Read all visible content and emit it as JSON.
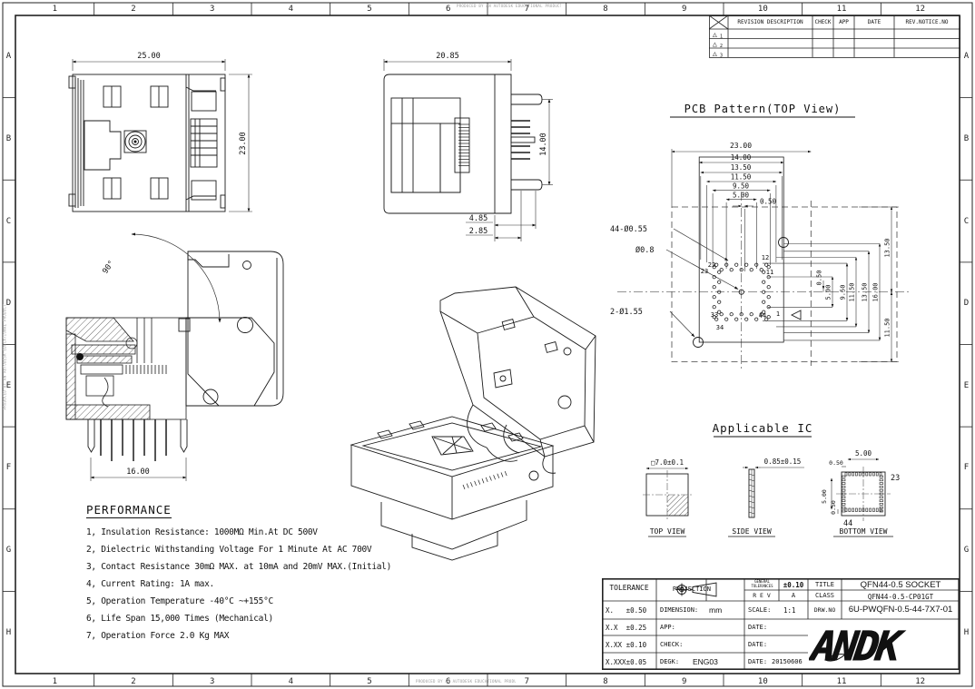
{
  "sheet": {
    "columns": [
      "1",
      "2",
      "3",
      "4",
      "5",
      "6",
      "7",
      "8",
      "9",
      "10",
      "11",
      "12"
    ],
    "rows": [
      "A",
      "B",
      "C",
      "D",
      "E",
      "F",
      "G",
      "H"
    ],
    "watermark": "PRODUCED BY AN AUTODESK EDUCATIONAL PRODUCT"
  },
  "revision_table": {
    "headers": [
      "REVISION DESCRIPTION",
      "CHECK",
      "APP",
      "DATE",
      "REV.NOTICE.NO"
    ],
    "marks": [
      "1",
      "2",
      "3"
    ]
  },
  "front_view": {
    "dim_width": "25.00",
    "dim_height": "23.00"
  },
  "side_view": {
    "dim_width": "20.85",
    "dim_pins": "14.00",
    "dim_a": "4.85",
    "dim_b": "2.85"
  },
  "section_view": {
    "angle": "90°",
    "dim_width": "16.00"
  },
  "pcb": {
    "title": "PCB Pattern(TOP View)",
    "dims_top": [
      "23.00",
      "14.00",
      "13.50",
      "11.50",
      "9.50",
      "5.00",
      "0.50"
    ],
    "dims_right_inner": [
      "0.50",
      "5.00",
      "9.50",
      "11.50",
      "13.50",
      "16.00"
    ],
    "dims_right_outer": [
      "13.50",
      "11.50"
    ],
    "label_holes": "44-Ø0.55",
    "label_center": "Ø0.8",
    "label_guides": "2-Ø1.55",
    "pins": {
      "p1": "1",
      "p11": "11",
      "p12": "12",
      "p22": "22",
      "p23": "23",
      "p33": "33",
      "p34": "34",
      "p44": "44"
    }
  },
  "ic": {
    "title": "Applicable IC",
    "top": {
      "label": "TOP VIEW",
      "dim": "□7.0±0.1"
    },
    "side": {
      "label": "SIDE VIEW",
      "dim": "0.85±0.15"
    },
    "bottom": {
      "label": "BOTTOM VIEW",
      "dim_top": "5.00",
      "dim_top_small": "0.50",
      "dim_left": "5.00",
      "dim_left_small": "0.50",
      "pin_top": "23",
      "pin_bottom": "44"
    }
  },
  "performance": {
    "title": "PERFORMANCE",
    "items": [
      "1, Insulation Resistance: 1000MΩ Min.At DC 500V",
      "2, Dielectric Withstanding Voltage For 1 Minute At AC 700V",
      "3, Contact Resistance 30mΩ MAX. at 10mA and 20mV MAX.(Initial)",
      "4, Current Rating: 1A max.",
      "5, Operation Temperature -40°C ~+155°C",
      "6, Life Span 15,000 Times (Mechanical)",
      "7, Operation Force 2.0 Kg MAX"
    ]
  },
  "title_block": {
    "tolerance_label": "TOLERANCE",
    "projection_label": "PROJECTION",
    "general_tol_label": "GENERAL TOLERANCES",
    "general_tol_value": "±0.10",
    "rev_label": "R E V",
    "rev_value": "A",
    "title_label": "TITLE",
    "title_value": "QFN44-0.5 SOCKET",
    "class_label": "CLASS",
    "class_value": "QFN44-0.5-CP01GT",
    "drw_label": "DRW.NO",
    "drw_value": "6U-PWQFN-0.5-44-7X7-01",
    "logo": "ANDK",
    "rows": [
      {
        "tol": "X.   ±0.50",
        "mid_label": "DIMENSION:",
        "mid_value": "mm",
        "right_label": "SCALE:",
        "right_value": "1:1"
      },
      {
        "tol": "X.X  ±0.25",
        "mid_label": "APP:",
        "mid_value": "",
        "right_label": "DATE:",
        "right_value": ""
      },
      {
        "tol": "X.XX ±0.10",
        "mid_label": "CHECK:",
        "mid_value": "",
        "right_label": "DATE:",
        "right_value": ""
      },
      {
        "tol": "X.XXX±0.05",
        "mid_label": "DEGK:",
        "mid_value": "ENG03",
        "right_label": "DATE:",
        "right_value": "20150606"
      }
    ]
  }
}
